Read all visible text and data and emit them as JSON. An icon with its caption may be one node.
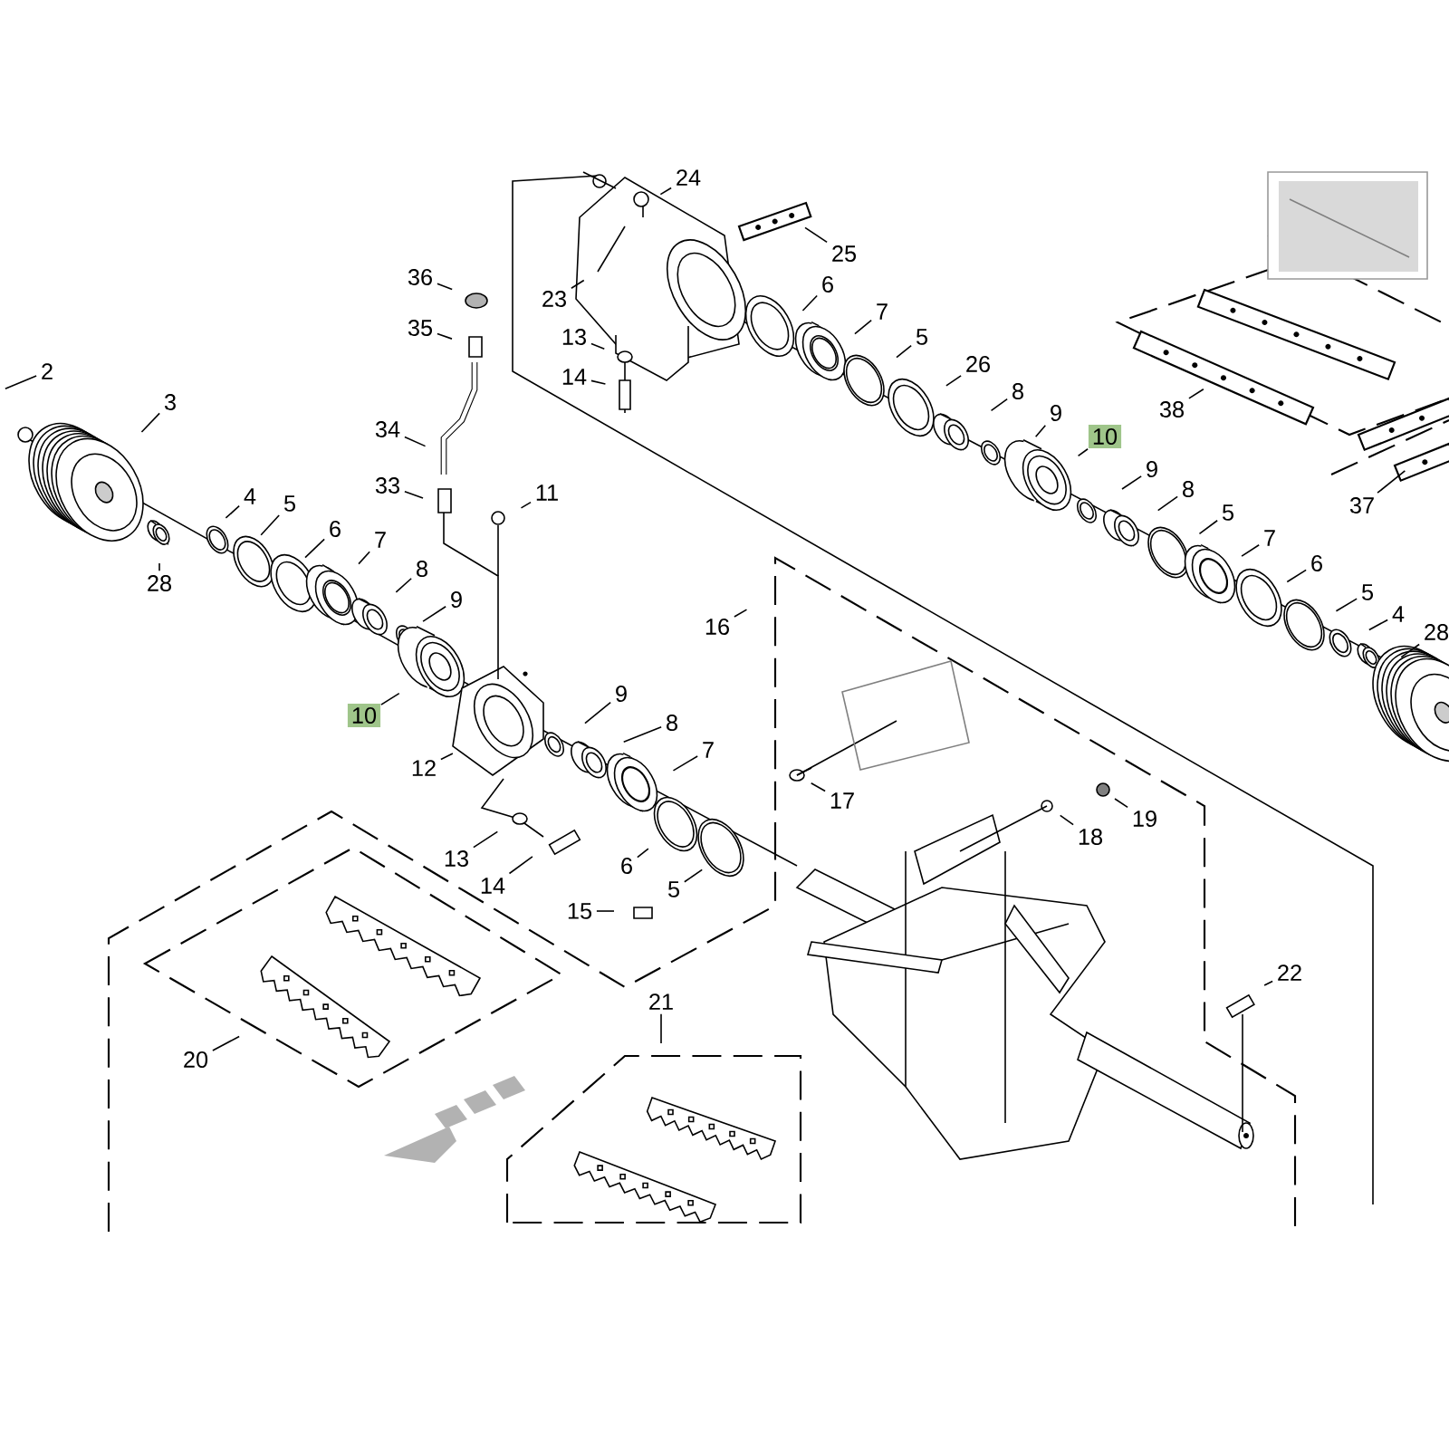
{
  "diagram": {
    "nodes": [
      {
        "text": [
          "24"
        ]
      },
      {
        "text": [
          "25"
        ]
      },
      {
        "text": [
          "36"
        ]
      },
      {
        "text": [
          "6"
        ]
      },
      {
        "text": [
          "23"
        ]
      },
      {
        "text": [
          "7"
        ]
      },
      {
        "text": [
          "35"
        ]
      },
      {
        "text": [
          "13"
        ]
      },
      {
        "text": [
          "5"
        ]
      },
      {
        "text": [
          "26"
        ]
      },
      {
        "text": [
          "2"
        ]
      },
      {
        "text": [
          "14"
        ]
      },
      {
        "text": [
          "8"
        ]
      },
      {
        "text": [
          "38"
        ]
      },
      {
        "text": [
          "3"
        ]
      },
      {
        "text": [
          "9"
        ]
      },
      {
        "text": [
          "34"
        ]
      },
      {
        "text": [
          "10"
        ]
      },
      {
        "text": [
          "9"
        ]
      },
      {
        "text": [
          "33"
        ]
      },
      {
        "text": [
          "11"
        ]
      },
      {
        "text": [
          "8"
        ]
      },
      {
        "text": [
          "37"
        ]
      },
      {
        "text": [
          "4"
        ]
      },
      {
        "text": [
          "5"
        ]
      },
      {
        "text": [
          "5"
        ]
      },
      {
        "text": [
          "6"
        ]
      },
      {
        "text": [
          "7"
        ]
      },
      {
        "text": [
          "7"
        ]
      },
      {
        "text": [
          "6"
        ]
      },
      {
        "text": [
          "8"
        ]
      },
      {
        "text": [
          "28"
        ]
      },
      {
        "text": [
          "5"
        ]
      },
      {
        "text": [
          "9"
        ]
      },
      {
        "text": [
          "4"
        ]
      },
      {
        "text": [
          "16"
        ]
      },
      {
        "text": [
          "28"
        ]
      },
      {
        "text": [
          "9"
        ]
      },
      {
        "text": [
          "10"
        ]
      },
      {
        "text": [
          "8"
        ]
      },
      {
        "text": [
          "7"
        ]
      },
      {
        "text": [
          "12"
        ]
      },
      {
        "text": [
          "17"
        ]
      },
      {
        "text": [
          "19"
        ]
      },
      {
        "text": [
          "18"
        ]
      },
      {
        "text": [
          "13"
        ]
      },
      {
        "text": [
          "6"
        ]
      },
      {
        "text": [
          "14"
        ]
      },
      {
        "text": [
          "5"
        ]
      },
      {
        "text": [
          "15"
        ]
      },
      {
        "text": [
          "22"
        ]
      },
      {
        "text": [
          "21"
        ]
      },
      {
        "text": [
          "20"
        ]
      }
    ],
    "edges": [
      {
        "from": 0,
        "to": null,
        "arrow": "none"
      },
      {
        "from": 1,
        "to": null,
        "arrow": "none"
      },
      {
        "from": 2,
        "to": null,
        "arrow": "none"
      },
      {
        "from": 3,
        "to": null,
        "arrow": "none"
      },
      {
        "from": 4,
        "to": null,
        "arrow": "none"
      },
      {
        "from": 5,
        "to": null,
        "arrow": "none"
      },
      {
        "from": 6,
        "to": null,
        "arrow": "none"
      },
      {
        "from": 7,
        "to": null,
        "arrow": "none"
      },
      {
        "from": 8,
        "to": null,
        "arrow": "none"
      },
      {
        "from": 9,
        "to": null,
        "arrow": "none"
      },
      {
        "from": 10,
        "to": null,
        "arrow": "none"
      },
      {
        "from": 11,
        "to": null,
        "arrow": "none"
      },
      {
        "from": 12,
        "to": null,
        "arrow": "none"
      },
      {
        "from": 13,
        "to": null,
        "arrow": "none"
      },
      {
        "from": 14,
        "to": null,
        "arrow": "none"
      },
      {
        "from": 15,
        "to": null,
        "arrow": "none"
      },
      {
        "from": 16,
        "to": null,
        "arrow": "none"
      },
      {
        "from": 17,
        "to": null,
        "arrow": "none"
      },
      {
        "from": 18,
        "to": null,
        "arrow": "none"
      },
      {
        "from": 19,
        "to": null,
        "arrow": "none"
      },
      {
        "from": 20,
        "to": null,
        "arrow": "none"
      },
      {
        "from": 21,
        "to": null,
        "arrow": "none"
      },
      {
        "from": 22,
        "to": null,
        "arrow": "none"
      },
      {
        "from": 23,
        "to": null,
        "arrow": "none"
      },
      {
        "from": 24,
        "to": null,
        "arrow": "none"
      },
      {
        "from": 25,
        "to": null,
        "arrow": "none"
      },
      {
        "from": 26,
        "to": null,
        "arrow": "none"
      },
      {
        "from": 27,
        "to": null,
        "arrow": "none"
      },
      {
        "from": 28,
        "to": null,
        "arrow": "none"
      },
      {
        "from": 29,
        "to": null,
        "arrow": "none"
      },
      {
        "from": 30,
        "to": null,
        "arrow": "none"
      },
      {
        "from": 31,
        "to": null,
        "arrow": "none"
      },
      {
        "from": 32,
        "to": null,
        "arrow": "none"
      },
      {
        "from": 33,
        "to": null,
        "arrow": "none"
      },
      {
        "from": 34,
        "to": null,
        "arrow": "none"
      },
      {
        "from": 35,
        "to": null,
        "arrow": "none"
      },
      {
        "from": 36,
        "to": null,
        "arrow": "none"
      },
      {
        "from": 37,
        "to": null,
        "arrow": "none"
      },
      {
        "from": 38,
        "to": null,
        "arrow": "none"
      },
      {
        "from": 39,
        "to": null,
        "arrow": "none"
      },
      {
        "from": 40,
        "to": null,
        "arrow": "none"
      },
      {
        "from": 41,
        "to": null,
        "arrow": "none"
      },
      {
        "from": 42,
        "to": null,
        "arrow": "none"
      },
      {
        "from": 43,
        "to": null,
        "arrow": "none"
      },
      {
        "from": 44,
        "to": null,
        "arrow": "none"
      },
      {
        "from": 45,
        "to": null,
        "arrow": "none"
      },
      {
        "from": 46,
        "to": null,
        "arrow": "none"
      },
      {
        "from": 47,
        "to": null,
        "arrow": "none"
      },
      {
        "from": 48,
        "to": null,
        "arrow": "none"
      },
      {
        "from": 49,
        "to": null,
        "arrow": "none"
      },
      {
        "from": 50,
        "to": null,
        "arrow": "none"
      },
      {
        "from": 51,
        "to": null,
        "arrow": "none"
      },
      {
        "from": 52,
        "to": null,
        "arrow": "none"
      }
    ]
  }
}
